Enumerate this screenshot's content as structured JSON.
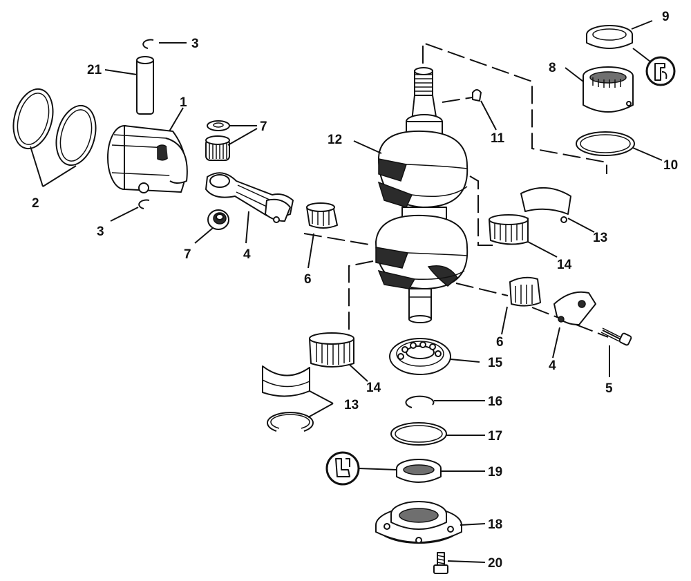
{
  "parts": [
    {
      "id": "p1",
      "label": "1"
    },
    {
      "id": "p2",
      "label": "2"
    },
    {
      "id": "p3a",
      "label": "3"
    },
    {
      "id": "p3b",
      "label": "3"
    },
    {
      "id": "p4a",
      "label": "4"
    },
    {
      "id": "p4b",
      "label": "4"
    },
    {
      "id": "p5",
      "label": "5"
    },
    {
      "id": "p6a",
      "label": "6"
    },
    {
      "id": "p6b",
      "label": "6"
    },
    {
      "id": "p7a",
      "label": "7"
    },
    {
      "id": "p7b",
      "label": "7"
    },
    {
      "id": "p8",
      "label": "8"
    },
    {
      "id": "p9",
      "label": "9"
    },
    {
      "id": "p10",
      "label": "10"
    },
    {
      "id": "p11",
      "label": "11"
    },
    {
      "id": "p12",
      "label": "12"
    },
    {
      "id": "p13a",
      "label": "13"
    },
    {
      "id": "p13b",
      "label": "13"
    },
    {
      "id": "p14a",
      "label": "14"
    },
    {
      "id": "p14b",
      "label": "14"
    },
    {
      "id": "p15",
      "label": "15"
    },
    {
      "id": "p16",
      "label": "16"
    },
    {
      "id": "p17",
      "label": "17"
    },
    {
      "id": "p18",
      "label": "18"
    },
    {
      "id": "p19",
      "label": "19"
    },
    {
      "id": "p20",
      "label": "20"
    },
    {
      "id": "p21",
      "label": "21"
    }
  ],
  "symbols": [
    {
      "id": "s1",
      "icon": "grease-gun-icon"
    },
    {
      "id": "s2",
      "icon": "sealant-tube-icon"
    }
  ]
}
